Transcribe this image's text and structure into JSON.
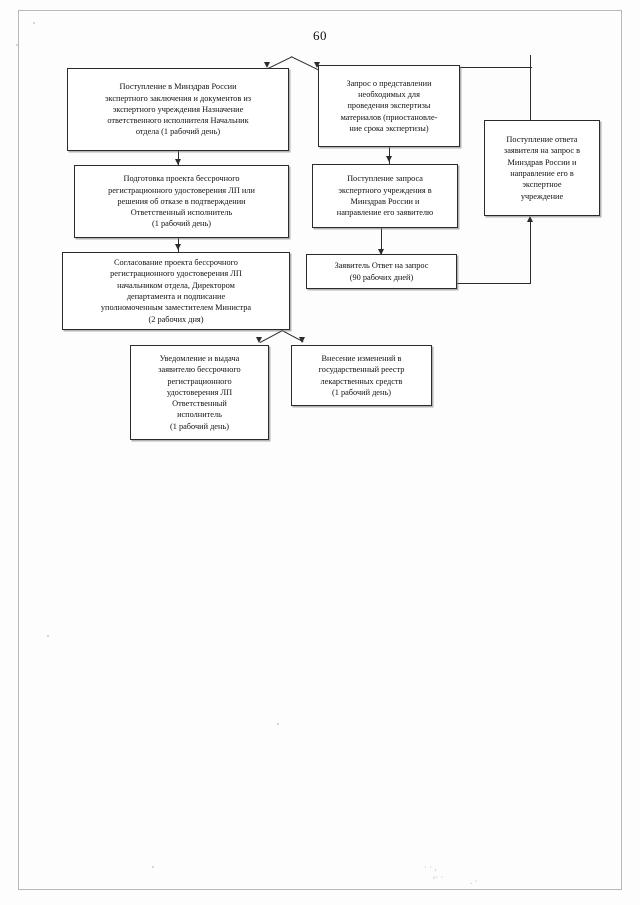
{
  "document": {
    "page_number": "60",
    "type": "flowchart"
  },
  "chart_data": {
    "type": "diagram",
    "title": "",
    "nodes": [
      {
        "id": "n1",
        "text": "Поступление в Минздрав России\nэкспертного заключения и документов из\nэкспертного учреждения Назначение\nответственного исполнителя Начальник\nотдела (1 рабочий день)"
      },
      {
        "id": "n2",
        "text": "Запрос о представлении\nнеобходимых для\nпроведения экспертизы\nматериалов (приостановле-\nние срока экспертизы)"
      },
      {
        "id": "n3",
        "text": "Поступление ответа\nзаявителя на запрос в\nМинздрав России и\nнаправление его в\nэкспертное\nучреждение"
      },
      {
        "id": "n4",
        "text": "Подготовка проекта бессрочного\nрегистрационного удостоверения ЛП или\nрешения об отказе в подтверждении\nОтветственный исполнитель\n(1 рабочий день)"
      },
      {
        "id": "n5",
        "text": "Поступление запроса\nэкспертного учреждения в\nМинздрав России и\nнаправление его заявителю"
      },
      {
        "id": "n6",
        "text": "Согласование проекта бессрочного\nрегистрационного удостоверения ЛП\nначальником отдела, Директором\nдепартамента и подписание\nуполномоченным заместителем Министра\n(2 рабочих дня)"
      },
      {
        "id": "n7",
        "text": "Заявитель Ответ на запрос\n(90 рабочих дней)"
      },
      {
        "id": "n8",
        "text": "Уведомление и выдача\nзаявителю бессрочного\nрегистрационного\nудостоверения ЛП\nОтветственный\nисполнитель\n(1 рабочий день)"
      },
      {
        "id": "n9",
        "text": "Внесение изменений в\nгосударственный реестр\nлекарственных средств\n(1 рабочий день)"
      }
    ],
    "edges": [
      {
        "from": "branch-top",
        "to": "n1"
      },
      {
        "from": "branch-top",
        "to": "n2"
      },
      {
        "from": "n1",
        "to": "n4"
      },
      {
        "from": "n2",
        "to": "n5"
      },
      {
        "from": "n4",
        "to": "n6"
      },
      {
        "from": "n5",
        "to": "n7"
      },
      {
        "from": "n7",
        "to": "n3"
      },
      {
        "from": "branch-top",
        "to": "n3"
      },
      {
        "from": "n6",
        "to": "n8"
      },
      {
        "from": "n6",
        "to": "n9"
      }
    ]
  }
}
